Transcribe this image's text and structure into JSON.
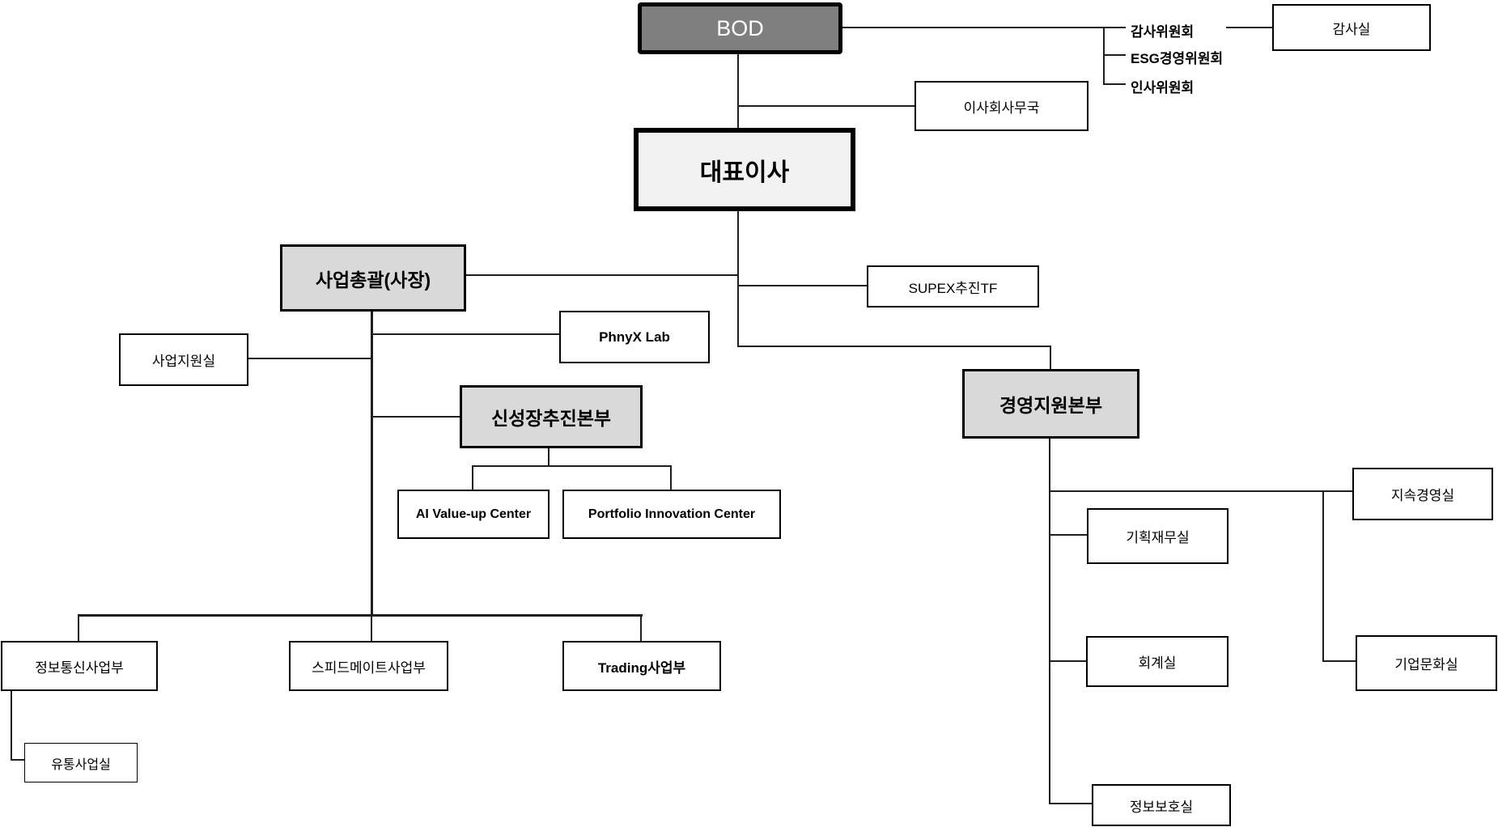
{
  "org_chart": {
    "nodes": {
      "bod": {
        "label": "BOD"
      },
      "audit_office": {
        "label": "감사실"
      },
      "audit_committee": {
        "label": "감사위원회"
      },
      "esg_committee": {
        "label": "ESG경영위원회"
      },
      "hr_committee": {
        "label": "인사위원회"
      },
      "board_secretariat": {
        "label": "이사회사무국"
      },
      "ceo": {
        "label": "대표이사"
      },
      "business_head": {
        "label": "사업총괄(사장)"
      },
      "supex_tf": {
        "label": "SUPEX추진TF"
      },
      "phnyx_lab": {
        "label": "PhnyX Lab"
      },
      "business_support": {
        "label": "사업지원실"
      },
      "new_growth_hq": {
        "label": "신성장추진본부"
      },
      "ai_valueup_center": {
        "label": "AI Value-up Center"
      },
      "portfolio_innovation_center": {
        "label": "Portfolio Innovation Center"
      },
      "mgmt_support_hq": {
        "label": "경영지원본부"
      },
      "sustainability_office": {
        "label": "지속경영실"
      },
      "planning_finance_office": {
        "label": "기획재무실"
      },
      "accounting_office": {
        "label": "회계실"
      },
      "corporate_culture_office": {
        "label": "기업문화실"
      },
      "ict_division": {
        "label": "정보통신사업부"
      },
      "speedmate_division": {
        "label": "스피드메이트사업부"
      },
      "trading_division": {
        "label": "Trading사업부"
      },
      "distribution_office": {
        "label": "유통사업실"
      },
      "infosec_office": {
        "label": "정보보호실"
      }
    },
    "colors": {
      "bod_fill": "#7f7f7f",
      "bod_text": "#ffffff",
      "ceo_fill": "#f2f2f2",
      "hq_fill": "#d9d9d9",
      "box_fill": "#ffffff",
      "border": "#000000",
      "connector": "#1f1f1f"
    }
  }
}
